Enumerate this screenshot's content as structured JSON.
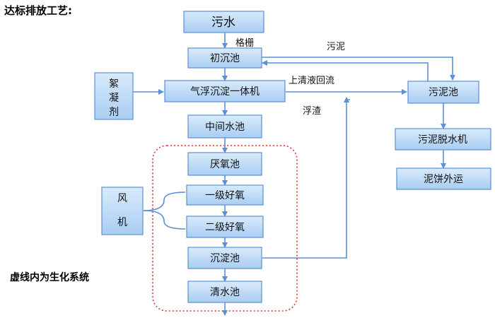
{
  "title": "达标排放工艺:",
  "note": "虚线内为生化系统",
  "boxes": {
    "sewage": "污水",
    "primary_tank": "初沉池",
    "flotation_unit": "气浮沉淀一体机",
    "intermediate_tank": "中间水池",
    "anaerobic_tank": "厌氧池",
    "aerobic_1": "一级好氧",
    "aerobic_2": "二级好氧",
    "settling_tank": "沉淀池",
    "clear_tank": "清水池",
    "sludge_tank": "污泥池",
    "dewatering": "污泥脱水机",
    "cake_out": "泥饼外运",
    "flocculant": [
      "絮",
      "凝",
      "剂"
    ],
    "blower": [
      "风",
      "机"
    ]
  },
  "labels": {
    "grid": "格栅",
    "sludge": "污泥",
    "supernatant": "上清液回流",
    "scum": "浮渣"
  },
  "colors": {
    "box_top": "#d9ebfb",
    "box_bottom": "#a9cdf2",
    "box_border": "#5b8fd6",
    "line": "#5b8fd6",
    "dashed": "#e0302a"
  }
}
